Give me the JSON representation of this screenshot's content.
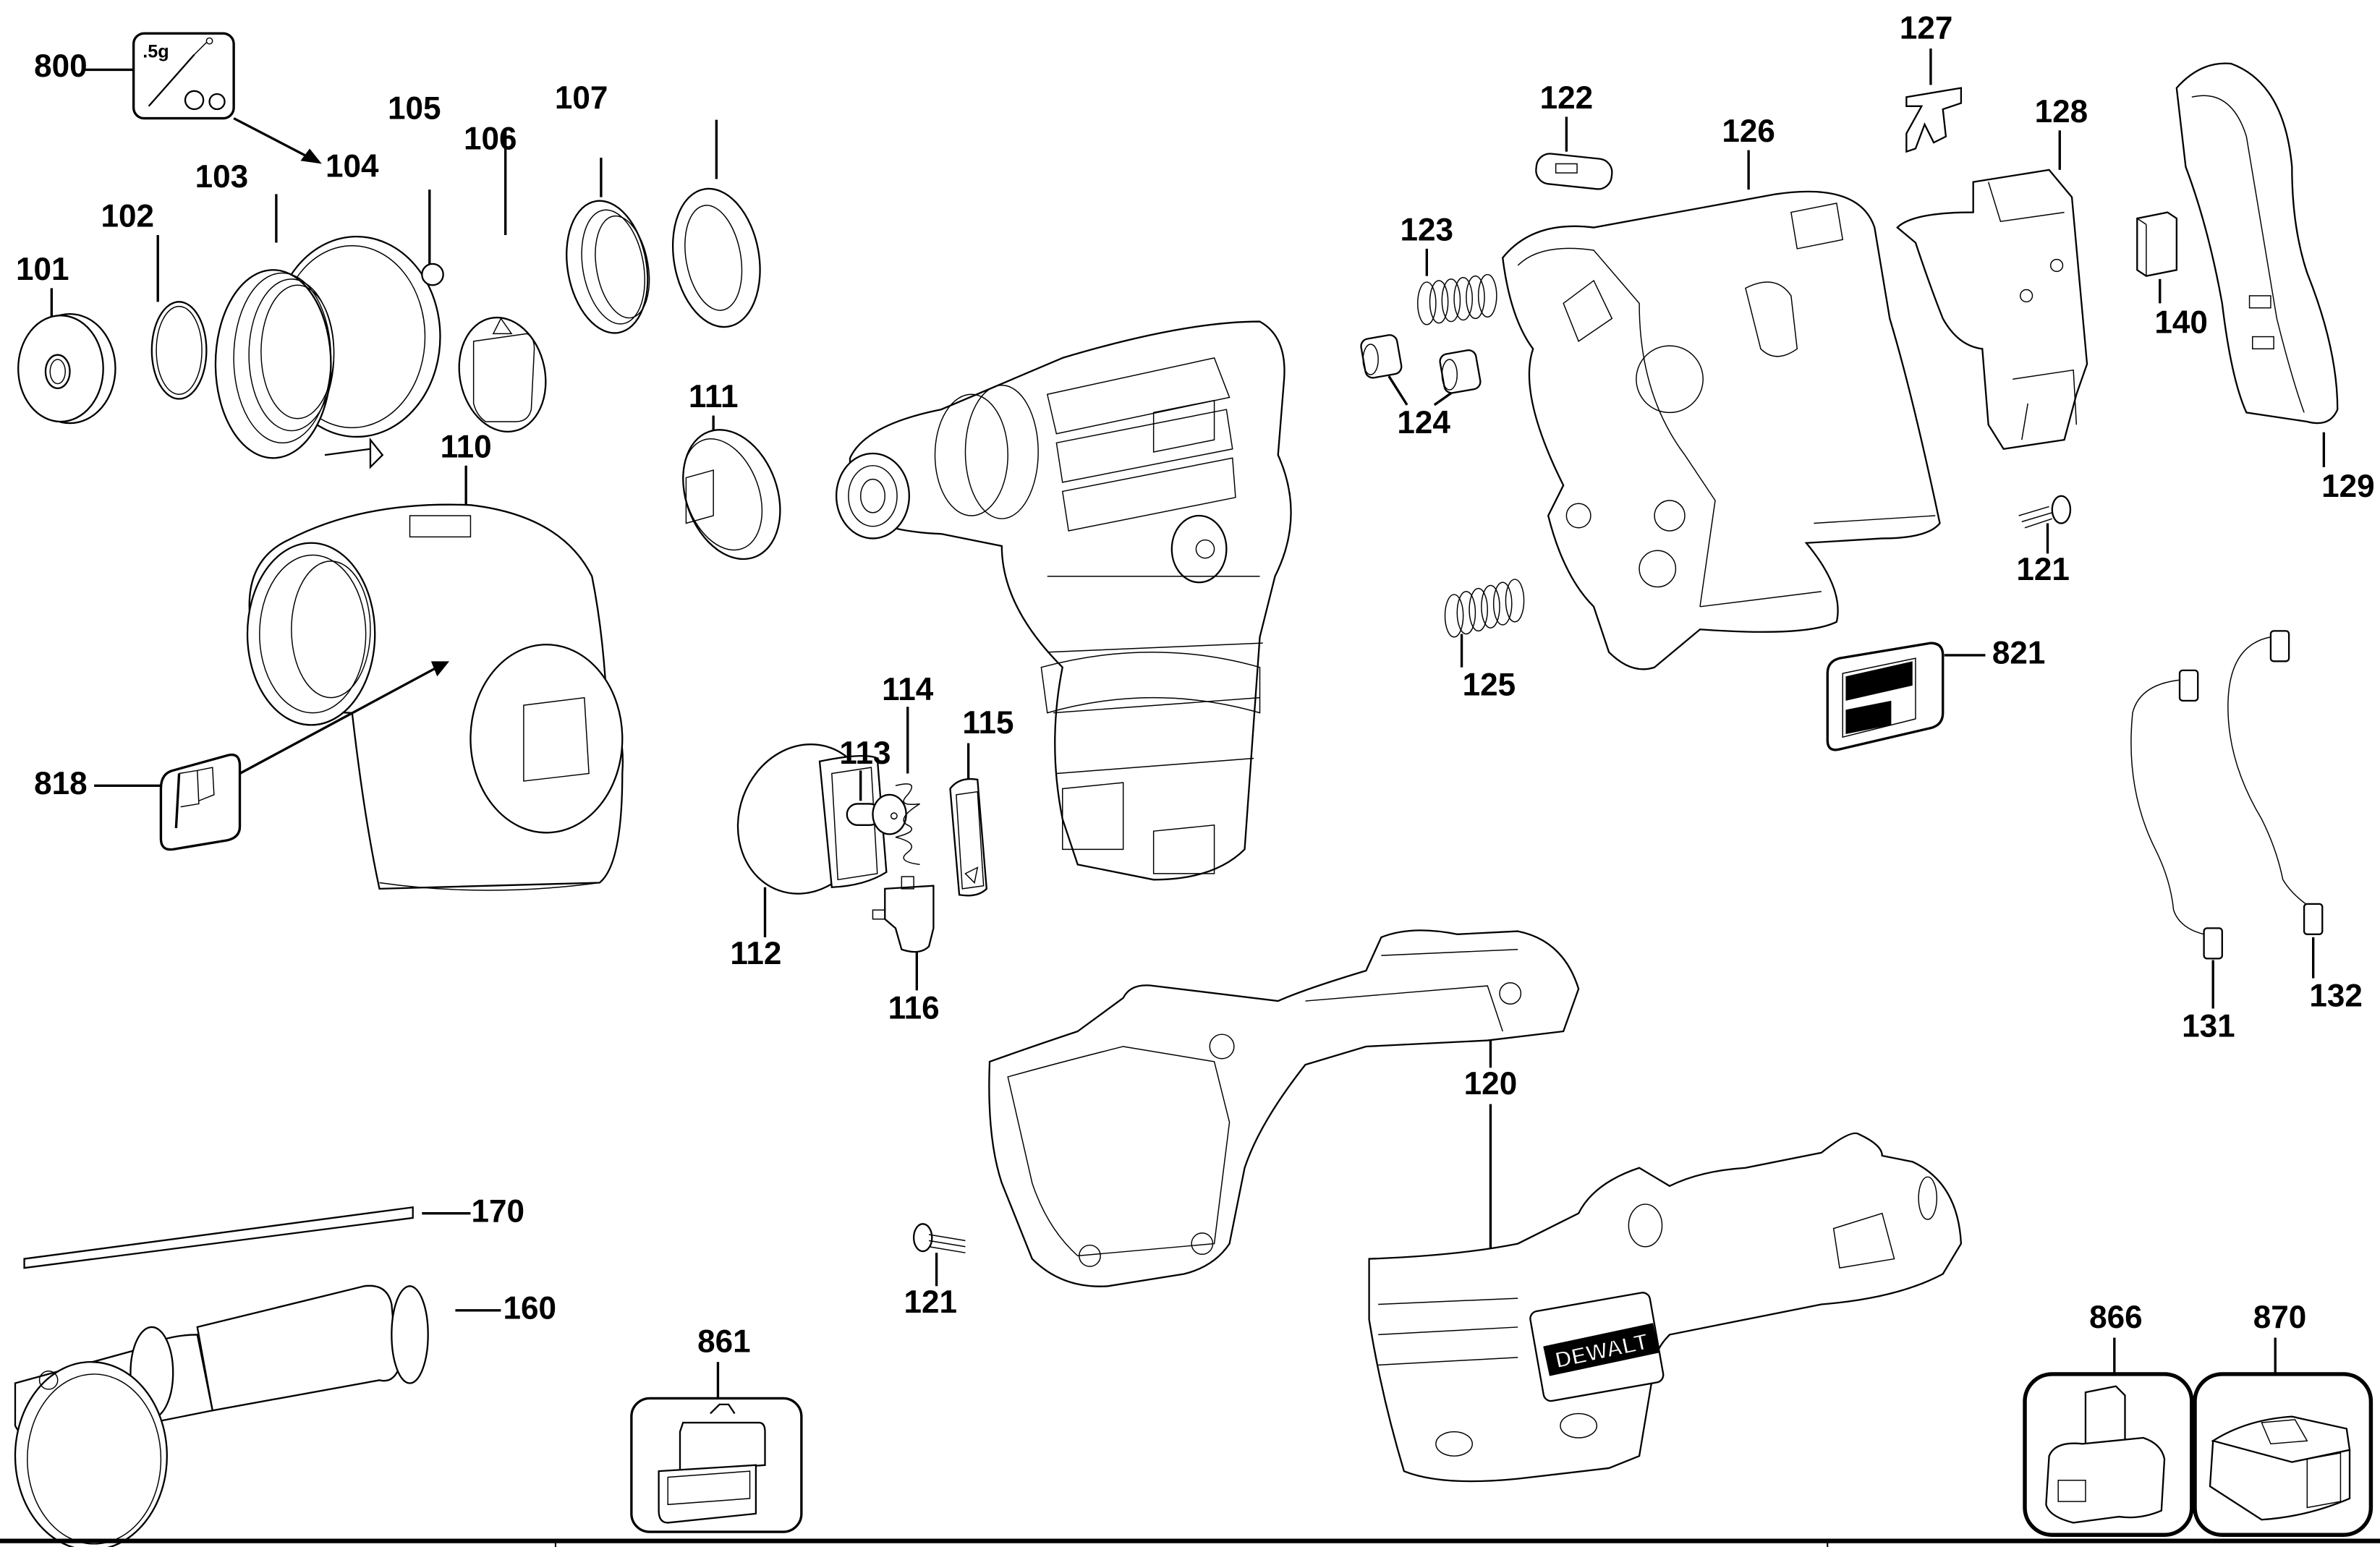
{
  "diagram": {
    "title": "Exploded parts diagram - cordless rotary hammer",
    "footer_rule": true
  },
  "labels": {
    "p800": "800",
    "p800_qty": ".5g",
    "p101": "101",
    "p102": "102",
    "p103": "103",
    "p104": "104",
    "p105": "105",
    "p106": "106",
    "p107": "107",
    "p110": "110",
    "p111": "111",
    "p112": "112",
    "p113": "113",
    "p114": "114",
    "p115": "115",
    "p116": "116",
    "p818": "818",
    "p120": "120",
    "p121a": "121",
    "p121b": "121",
    "p122": "122",
    "p123": "123",
    "p124": "124",
    "p125": "125",
    "p126": "126",
    "p127": "127",
    "p128": "128",
    "p129": "129",
    "p131": "131",
    "p132": "132",
    "p140": "140",
    "p160": "160",
    "p170": "170",
    "p821": "821",
    "p861": "861",
    "p866": "866",
    "p870": "870"
  },
  "housing_logo": "DEWALT",
  "icons": {
    "grease_kit": "grease-gun-and-gears",
    "label_818": "flag-decal",
    "label_821": "nameplate",
    "case_861": "kit-box",
    "battery_866": "battery-pack",
    "charger_870": "charger"
  }
}
